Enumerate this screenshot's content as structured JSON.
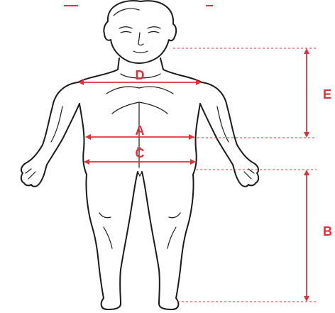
{
  "diagram": {
    "accent_color": "#e0303a",
    "outline_color": "#1a1a1a",
    "labels": {
      "a": "A",
      "b": "B",
      "c": "C",
      "d": "D",
      "e": "E"
    }
  }
}
